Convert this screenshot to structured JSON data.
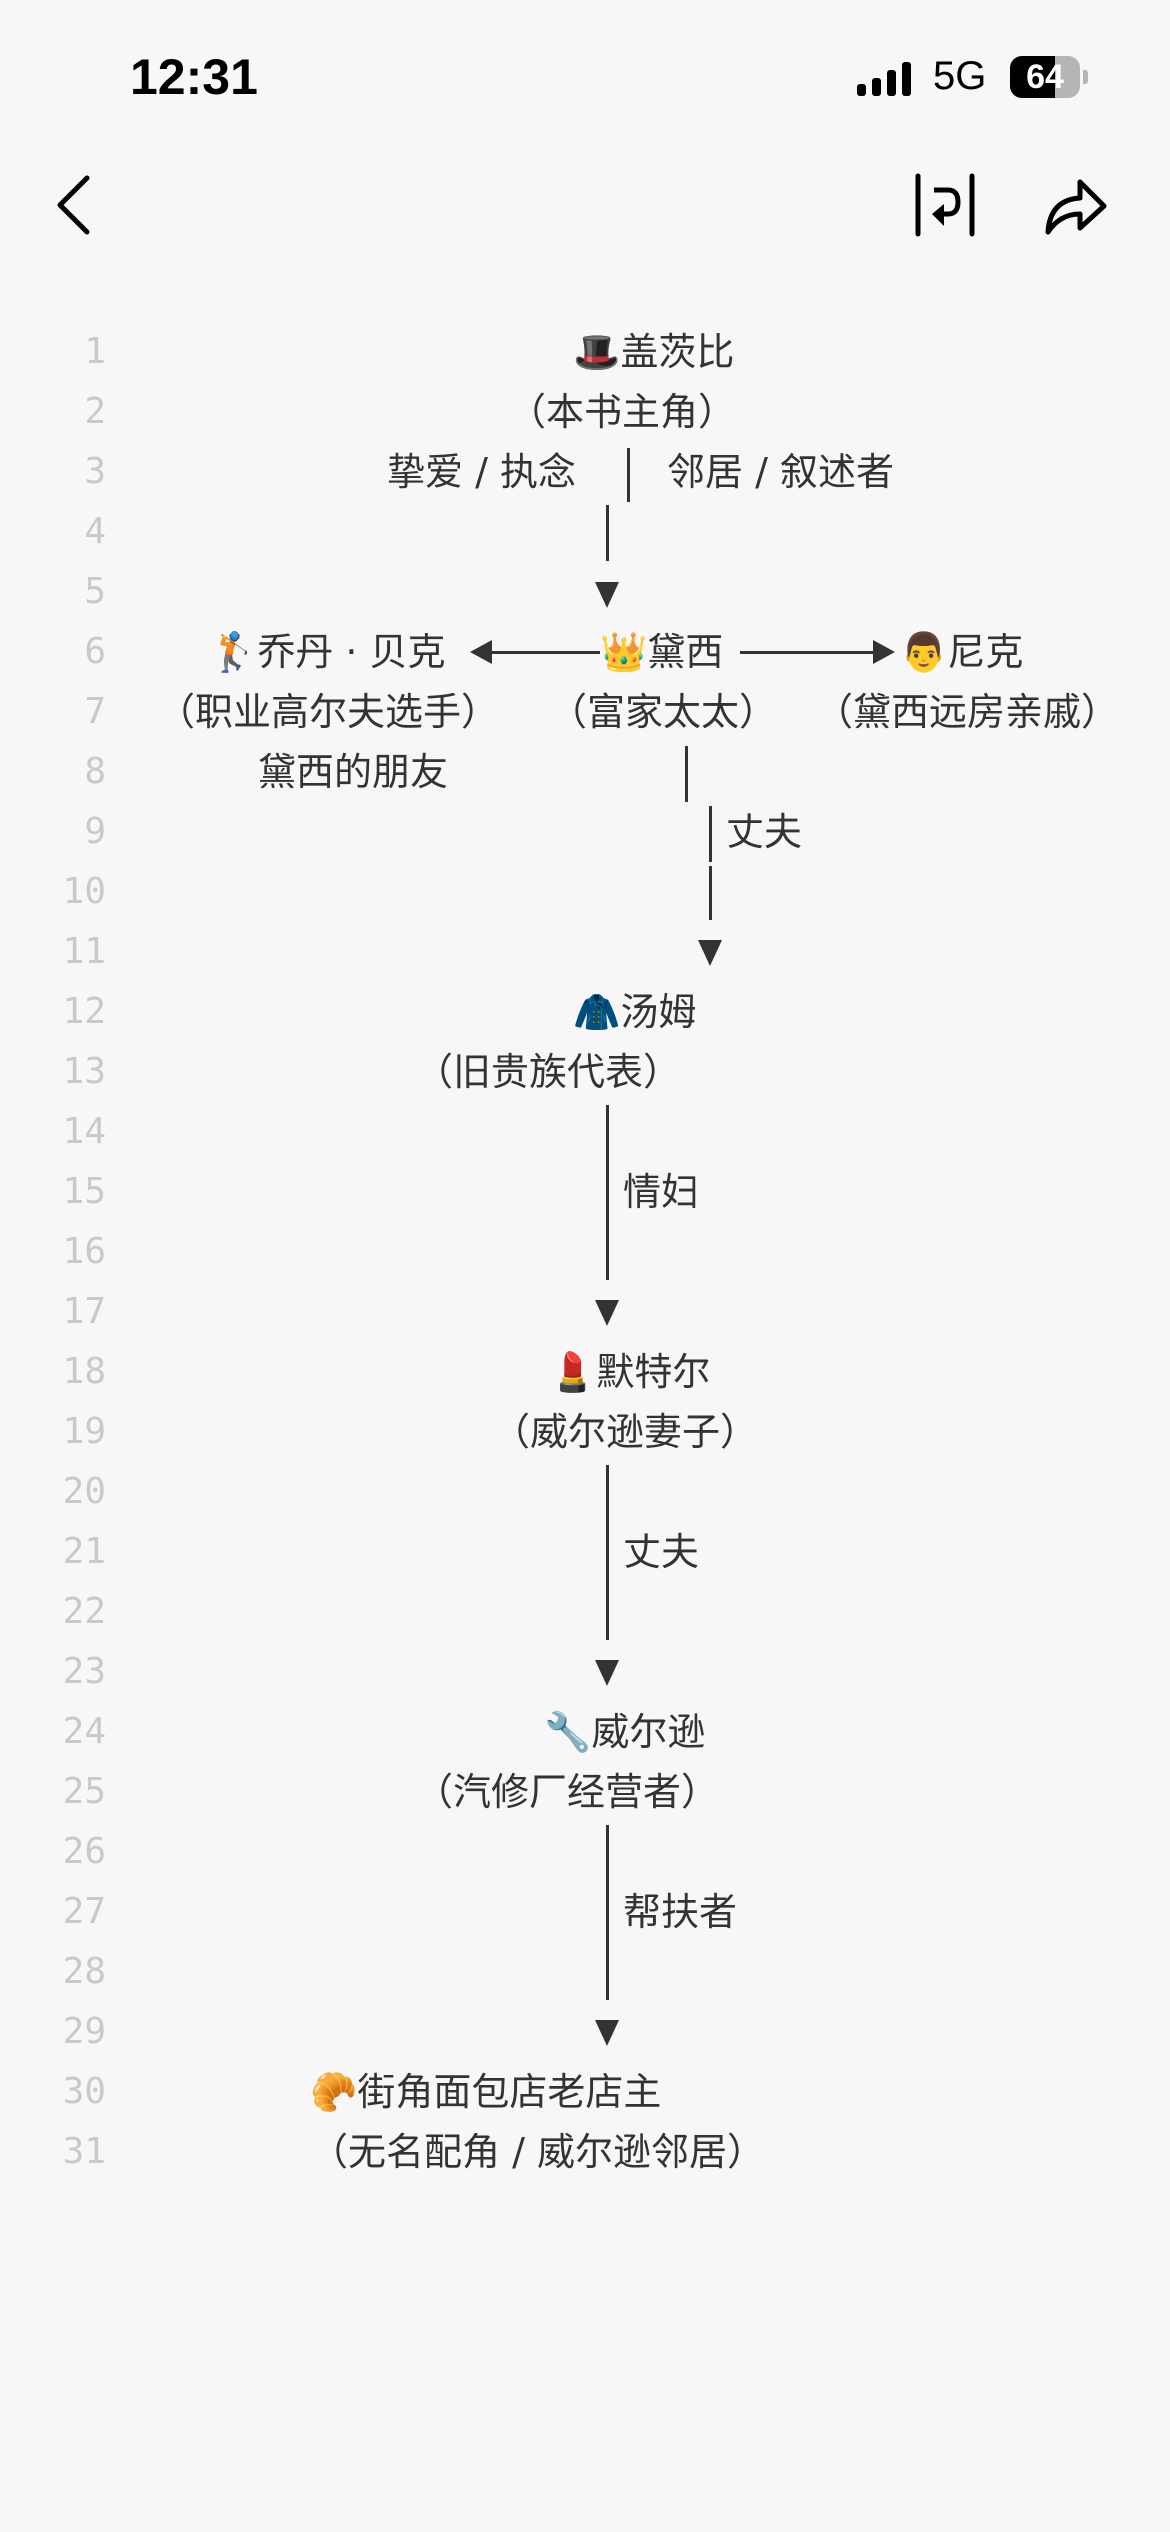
{
  "status_bar": {
    "time": "12:31",
    "network": "5G",
    "battery": "64",
    "battery_level": 0.64
  },
  "nav": {
    "back_icon": "chevron-left-icon",
    "wrap_icon": "wrap-lines-icon",
    "share_icon": "share-arrow-icon"
  },
  "line_numbers": [
    "1",
    "2",
    "3",
    "4",
    "5",
    "6",
    "7",
    "8",
    "9",
    "10",
    "11",
    "12",
    "13",
    "14",
    "15",
    "16",
    "17",
    "18",
    "19",
    "20",
    "21",
    "22",
    "23",
    "24",
    "25",
    "26",
    "27",
    "28",
    "29",
    "30",
    "31"
  ],
  "diagram": {
    "gatsby": "🎩盖茨比",
    "gatsby_role": "（本书主角）",
    "gatsby_left_rel": "挚爱 / 执念",
    "gatsby_right_rel": "邻居 / 叙述者",
    "jordan": "🏌乔丹 · 贝克",
    "daisy": "👑黛西",
    "nick": "👨尼克",
    "jordan_role": "（职业高尔夫选手）",
    "daisy_role": "（富家太太）",
    "nick_role": "（黛西远房亲戚）",
    "jordan_note": "黛西的朋友",
    "daisy_tom_rel": "丈夫",
    "tom": "🧥汤姆",
    "tom_role": "（旧贵族代表）",
    "tom_myrtle_rel": "情妇",
    "myrtle": "💄默特尔",
    "myrtle_role": "（威尔逊妻子）",
    "myrtle_wilson_rel": "丈夫",
    "wilson": "🔧威尔逊",
    "wilson_role": "（汽修厂经营者）",
    "wilson_baker_rel": "帮扶者",
    "baker": "🥐街角面包店老店主",
    "baker_role": "（无名配角 / 威尔逊邻居）"
  }
}
